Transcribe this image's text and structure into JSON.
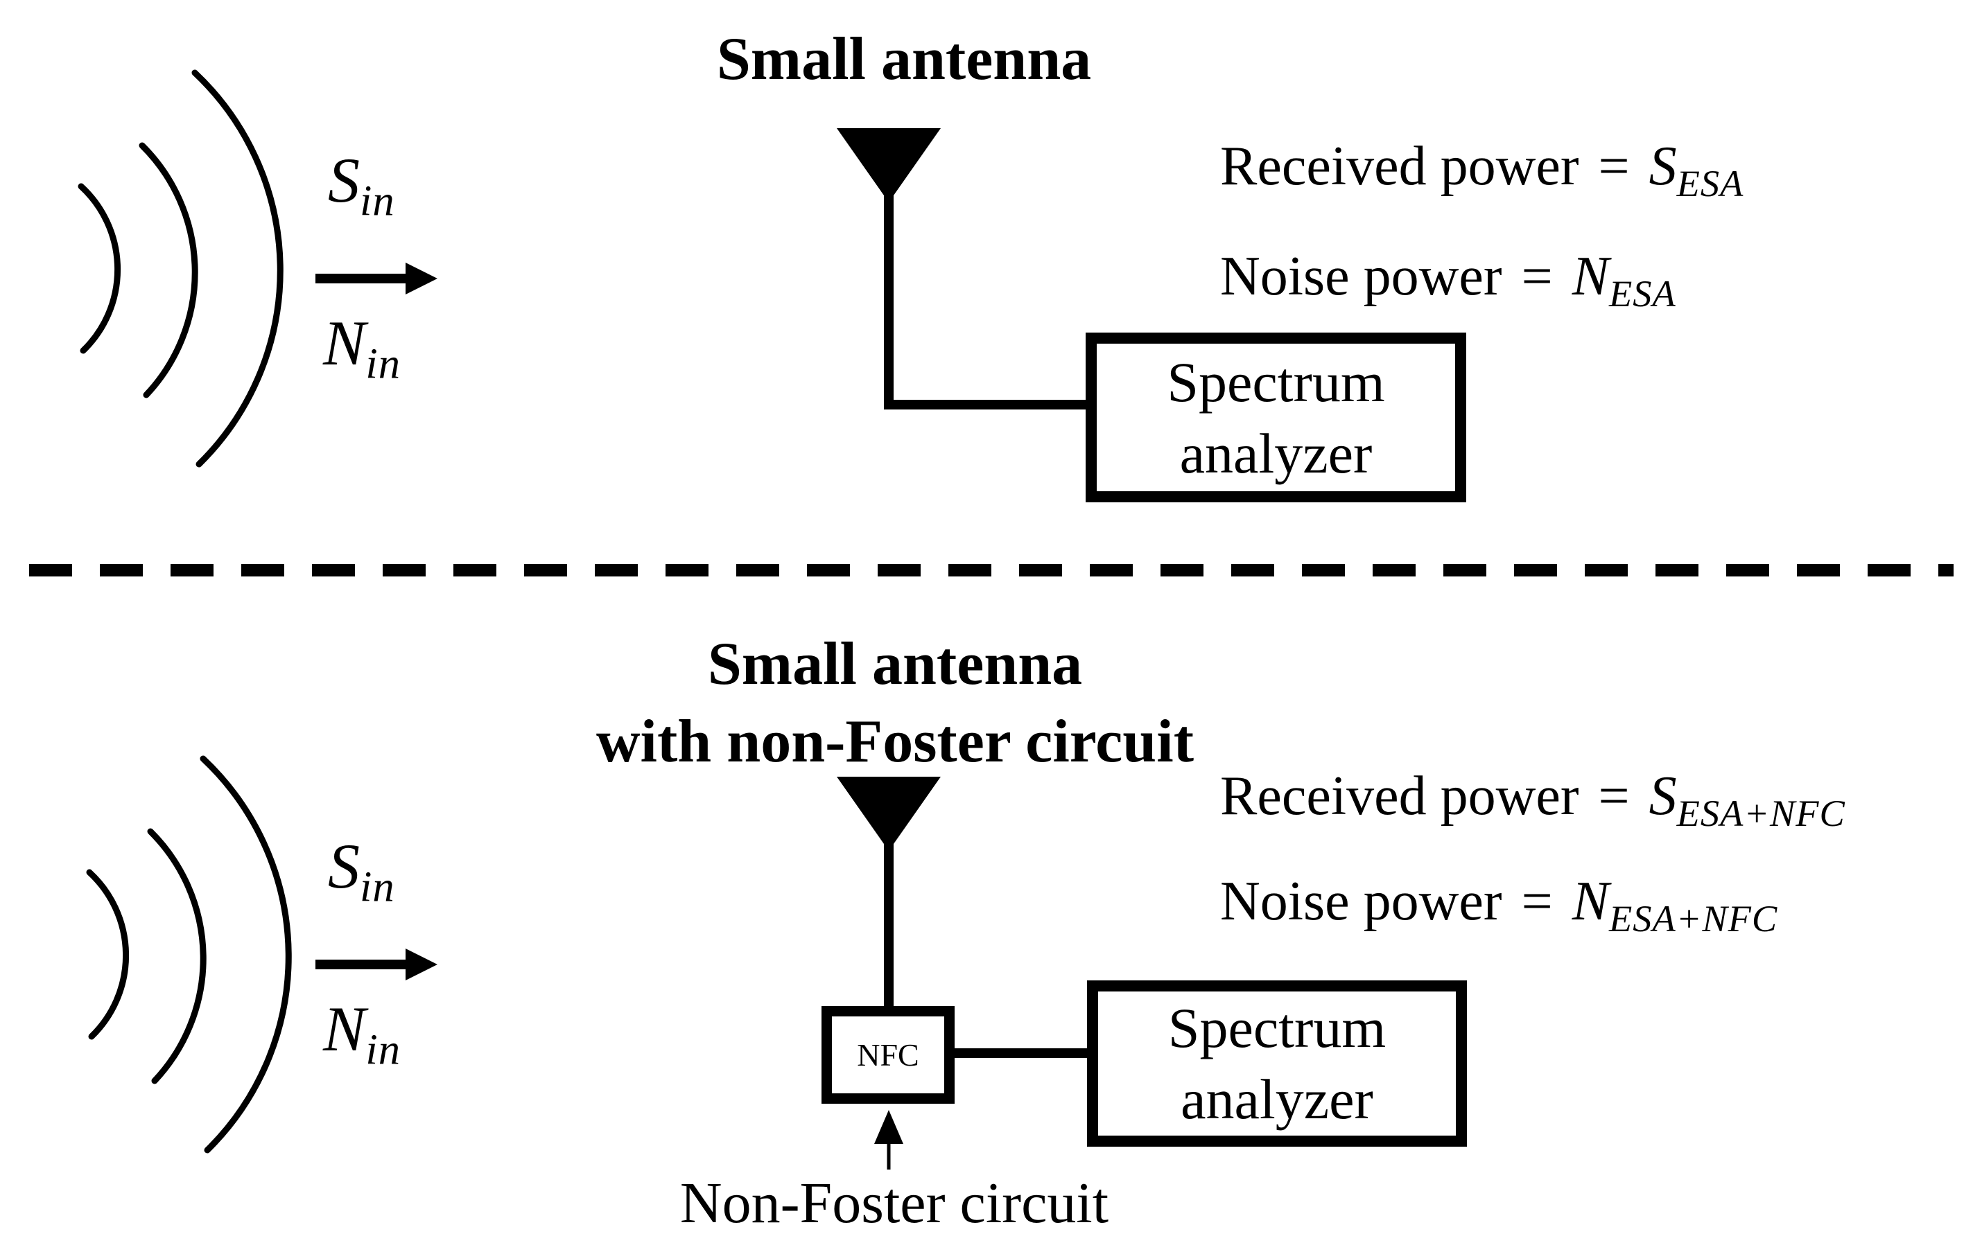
{
  "colors": {
    "ink": "#000000",
    "paper": "#ffffff"
  },
  "top_setup": {
    "title": "Small antenna",
    "incident_wave": {
      "signal_var": "S",
      "signal_sub": "in",
      "noise_var": "N",
      "noise_sub": "in"
    },
    "received_power": {
      "label": "Received power",
      "equals": "=",
      "var": "S",
      "sub": "ESA"
    },
    "noise_power": {
      "label": "Noise power",
      "equals": "=",
      "var": "N",
      "sub": "ESA"
    },
    "spectrum_analyzer": {
      "line1": "Spectrum",
      "line2": "analyzer"
    }
  },
  "bottom_setup": {
    "title_line1": "Small antenna",
    "title_line2": "with non-Foster circuit",
    "incident_wave": {
      "signal_var": "S",
      "signal_sub": "in",
      "noise_var": "N",
      "noise_sub": "in"
    },
    "received_power": {
      "label": "Received power",
      "equals": "=",
      "var": "S",
      "sub": "ESA+NFC"
    },
    "noise_power": {
      "label": "Noise power",
      "equals": "=",
      "var": "N",
      "sub": "ESA+NFC"
    },
    "spectrum_analyzer": {
      "line1": "Spectrum",
      "line2": "analyzer"
    },
    "nfc_box_label": "NFC",
    "nfc_caption": "Non-Foster circuit"
  }
}
